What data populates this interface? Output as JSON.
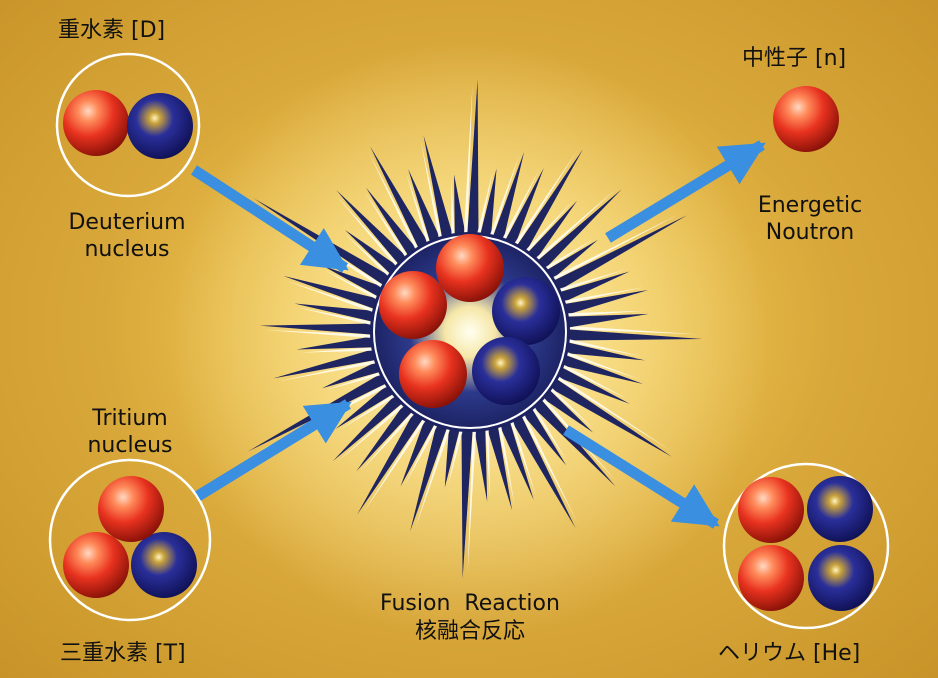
{
  "labels": {
    "deuterium_jp": "重水素 [D]",
    "deuterium_en_1": "Deuterium",
    "deuterium_en_2": "nucleus",
    "neutron_jp": "中性子 [n]",
    "neutron_en_1": "Energetic",
    "neutron_en_2": "Noutron",
    "tritium_en_1": "Tritium",
    "tritium_en_2": "nucleus",
    "tritium_jp": "三重水素 [T]",
    "helium_jp": "ヘリウム [He]",
    "fusion_en": "Fusion  Reaction",
    "fusion_jp": "核融合反応"
  },
  "colors": {
    "background": "#e2b33f",
    "proton": "#e8321f",
    "neutron": "#1d1f8a",
    "arrow": "#3a8fe0",
    "burst": "#1e2560",
    "ring": "#ffffff"
  },
  "particles": {
    "deuterium": [
      "proton",
      "neutron"
    ],
    "tritium": [
      "proton",
      "proton",
      "neutron"
    ],
    "neutron_out": [
      "proton"
    ],
    "helium": [
      "proton",
      "neutron",
      "proton",
      "neutron"
    ],
    "fusion_core": [
      "proton",
      "proton",
      "neutron",
      "proton",
      "neutron"
    ]
  }
}
